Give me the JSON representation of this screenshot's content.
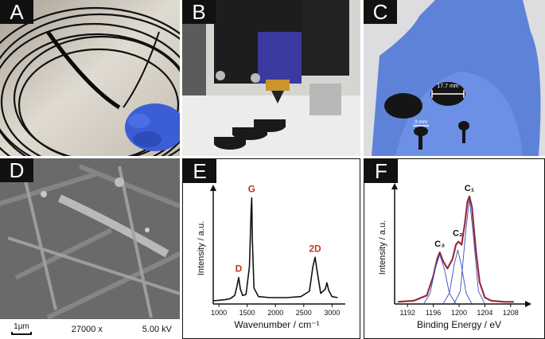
{
  "panels": {
    "a": {
      "label": "A"
    },
    "b": {
      "label": "B"
    },
    "c": {
      "label": "C",
      "dim_large": "17.7 mm",
      "dim_small": "3 mm"
    },
    "d": {
      "label": "D",
      "scale": "1µm",
      "magnification": "27000 x",
      "voltage": "5.00 kV"
    },
    "e": {
      "label": "E"
    },
    "f": {
      "label": "F"
    }
  },
  "chart_data": [
    {
      "type": "line",
      "panel": "E",
      "xlabel": "Wavenumber / cm⁻¹",
      "ylabel": "Intensity / a.u.",
      "xticks": [
        1000,
        1500,
        2000,
        2500,
        3000
      ],
      "xlim": [
        900,
        3150
      ],
      "ylim": [
        0,
        1.05
      ],
      "peak_labels": [
        {
          "text": "D",
          "x": 1350
        },
        {
          "text": "G",
          "x": 1580
        },
        {
          "text": "2D",
          "x": 2700
        }
      ],
      "series": [
        {
          "x": [
            900,
            1100,
            1200,
            1280,
            1320,
            1350,
            1380,
            1420,
            1480,
            1540,
            1570,
            1580,
            1592,
            1620,
            1700,
            1900,
            2200,
            2450,
            2600,
            2660,
            2700,
            2740,
            2800,
            2880,
            2910,
            2940,
            3000,
            3100
          ],
          "y": [
            0.03,
            0.04,
            0.05,
            0.08,
            0.17,
            0.25,
            0.14,
            0.08,
            0.09,
            0.35,
            0.88,
            1.0,
            0.6,
            0.15,
            0.07,
            0.06,
            0.06,
            0.07,
            0.12,
            0.35,
            0.44,
            0.3,
            0.1,
            0.14,
            0.2,
            0.13,
            0.07,
            0.06
          ]
        }
      ]
    },
    {
      "type": "line",
      "panel": "F",
      "xlabel": "Binding Energy / eV",
      "ylabel": "Intensity / a.u.",
      "xticks": [
        1192,
        1196,
        1200,
        1204,
        1208
      ],
      "xlim": [
        1190,
        1210
      ],
      "ylim": [
        0,
        1.05
      ],
      "peak_labels": [
        {
          "text": "C₃",
          "x": 1197.0
        },
        {
          "text": "C₂",
          "x": 1199.8
        },
        {
          "text": "C₁",
          "x": 1201.6
        }
      ],
      "series": [
        {
          "style": "measured",
          "x": [
            1190.5,
            1193,
            1195,
            1196,
            1196.6,
            1197.0,
            1197.5,
            1198.2,
            1199,
            1199.5,
            1199.9,
            1200.4,
            1200.9,
            1201.3,
            1201.6,
            1202.0,
            1202.6,
            1203.2,
            1204,
            1205,
            1207,
            1208.5
          ],
          "y": [
            0.02,
            0.03,
            0.08,
            0.26,
            0.42,
            0.48,
            0.4,
            0.33,
            0.42,
            0.55,
            0.58,
            0.55,
            0.75,
            0.95,
            1.0,
            0.9,
            0.5,
            0.2,
            0.06,
            0.03,
            0.02,
            0.02
          ]
        },
        {
          "style": "component",
          "x": [
            1194.5,
            1195.5,
            1196.3,
            1197.0,
            1197.7,
            1198.5,
            1199.5
          ],
          "y": [
            0.0,
            0.1,
            0.33,
            0.46,
            0.33,
            0.1,
            0.0
          ]
        },
        {
          "style": "component",
          "x": [
            1197.5,
            1198.5,
            1199.3,
            1199.8,
            1200.3,
            1201.1,
            1202.0
          ],
          "y": [
            0.0,
            0.1,
            0.38,
            0.5,
            0.38,
            0.1,
            0.0
          ]
        },
        {
          "style": "component",
          "x": [
            1199.2,
            1200.2,
            1201.0,
            1201.6,
            1202.2,
            1203.0,
            1204.0
          ],
          "y": [
            0.0,
            0.12,
            0.65,
            0.98,
            0.65,
            0.12,
            0.0
          ]
        }
      ]
    }
  ]
}
